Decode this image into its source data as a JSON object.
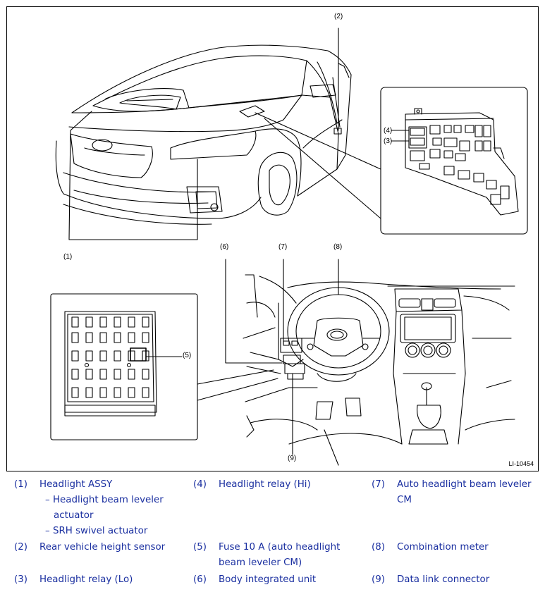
{
  "figure": {
    "id": "LI-10454",
    "callouts": {
      "c1": "(1)",
      "c2": "(2)",
      "c3": "(3)",
      "c4": "(4)",
      "c5": "(5)",
      "c6": "(6)",
      "c7": "(7)",
      "c8": "(8)",
      "c9": "(9)"
    }
  },
  "legend": {
    "e1": {
      "num": "(1)",
      "text": "Headlight ASSY",
      "sub1a": "– Headlight beam leveler",
      "sub1b": "actuator",
      "sub2": "– SRH swivel actuator"
    },
    "e2": {
      "num": "(2)",
      "text": "Rear vehicle height sensor"
    },
    "e3": {
      "num": "(3)",
      "text": "Headlight relay (Lo)"
    },
    "e4": {
      "num": "(4)",
      "text": "Headlight relay (Hi)"
    },
    "e5": {
      "num": "(5)",
      "text": "Fuse 10 A (auto headlight",
      "text2": "beam leveler CM)"
    },
    "e6": {
      "num": "(6)",
      "text": "Body integrated unit"
    },
    "e7": {
      "num": "(7)",
      "text": "Auto headlight beam leveler",
      "text2": "CM"
    },
    "e8": {
      "num": "(8)",
      "text": "Combination meter"
    },
    "e9": {
      "num": "(9)",
      "text": "Data link connector"
    }
  }
}
